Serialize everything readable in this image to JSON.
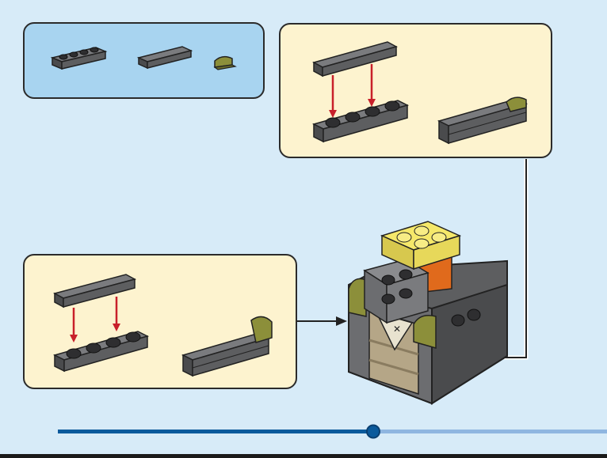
{
  "page": {
    "background": "#d7ebf8"
  },
  "panels": {
    "parts": {
      "background": "#a8d4f0",
      "items": [
        "plate-1x4-dark-gray",
        "tile-1x4-dark-gray",
        "tile-round-quarter-olive"
      ]
    },
    "step_a": {
      "background": "#fdf3cf"
    },
    "step_b": {
      "background": "#fdf3cf"
    }
  },
  "colors": {
    "brick_dark_gray": "#5d5e60",
    "brick_top": "#7a7b7e",
    "stud": "#2e2e30",
    "olive": "#8c8f3a",
    "yellow": "#f5e86a",
    "arrow_red": "#c8202a",
    "progress_fill": "#0a5a9c",
    "progress_track": "#8fb6e0"
  },
  "progress": {
    "value": 0.575
  }
}
